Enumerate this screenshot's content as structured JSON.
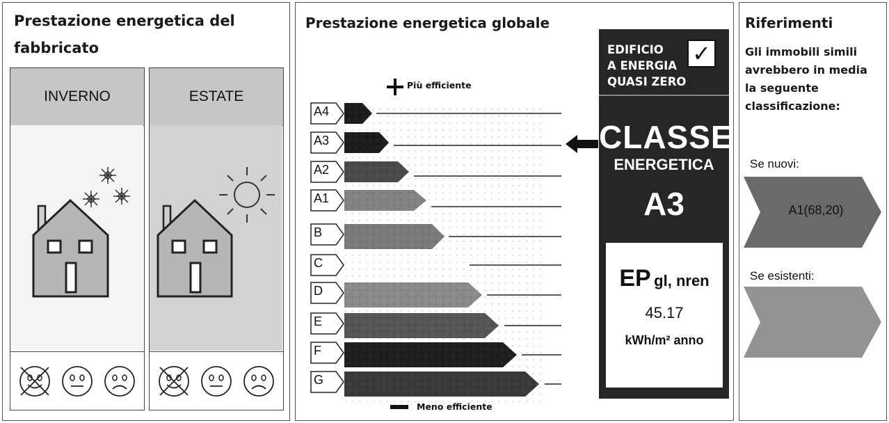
{
  "building_panel": {
    "title_line1": "Prestazione energetica del",
    "title_line2": "fabbricato",
    "winter_label": "INVERNO",
    "summer_label": "ESTATE",
    "winter_rating": "sad",
    "summer_rating": "sad"
  },
  "global_panel": {
    "title": "Prestazione energetica globale",
    "more_efficient": "Più efficiente",
    "less_efficient": "Meno efficiente",
    "classes": [
      "A4",
      "A3",
      "A2",
      "A1",
      "B",
      "C",
      "D",
      "E",
      "F",
      "G"
    ],
    "nzeb": {
      "line1": "EDIFICIO",
      "line2": "A ENERGIA",
      "line3": "QUASI ZERO",
      "checked": true,
      "check_mark": "✓"
    },
    "class_word1": "CLASSE",
    "class_word2": "ENERGETICA",
    "energy_class": "A3",
    "ep_main": "EP",
    "ep_sub": "gl, nren",
    "ep_value": "45.17",
    "ep_unit": "kWh/m² anno"
  },
  "references_panel": {
    "title": "Riferimenti",
    "text_lines": [
      "Gli immobili simili",
      "avrebbero in media",
      "la seguente",
      "classificazione:"
    ],
    "new_label": "Se nuovi:",
    "new_value": "A1(68,20)",
    "existing_label": "Se esistenti:",
    "existing_value": ""
  },
  "colors": {
    "dark": "#262626",
    "panel_header_gray": "#c6c6c6",
    "bar_darkest": "#1c1c1c",
    "bar_mid": "#6f6f6f",
    "bar_light": "#8a8a8a",
    "reference_new": "#6a6a6a",
    "reference_existing": "#939393"
  }
}
